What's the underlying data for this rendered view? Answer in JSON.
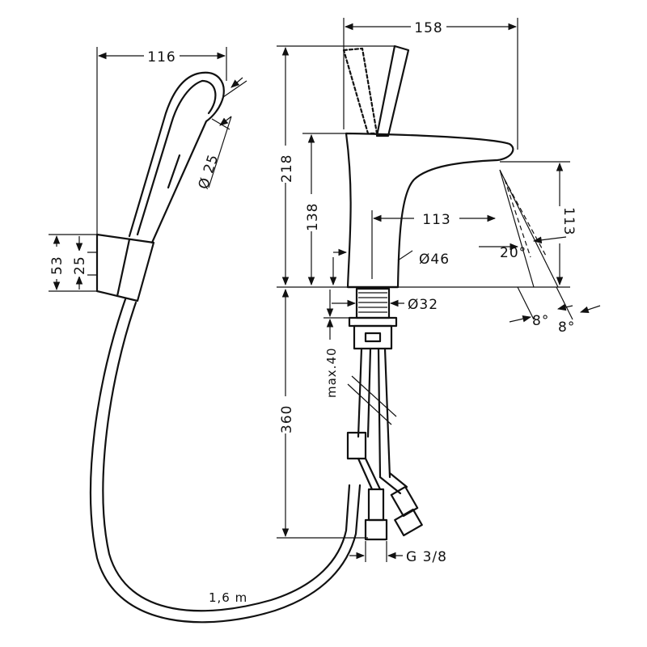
{
  "diagram": {
    "dimensions": {
      "handshower_width": "116",
      "handshower_nozzle_diameter": "Ø 25",
      "holder_height": "53",
      "holder_mount": "25",
      "mixer_top_width": "158",
      "mixer_height_total": "218",
      "mixer_spout_height": "138",
      "spout_reach": "113",
      "spout_height_right": "113",
      "body_diameter": "Ø46",
      "shank_diameter": "Ø32",
      "shank_length": "360",
      "max_deck_thickness": "max.40",
      "connection_thread": "G 3/8",
      "hose_length": "1,6 m",
      "spray_angle": "20°",
      "tilt_left": "8°",
      "tilt_right": "8°"
    }
  }
}
